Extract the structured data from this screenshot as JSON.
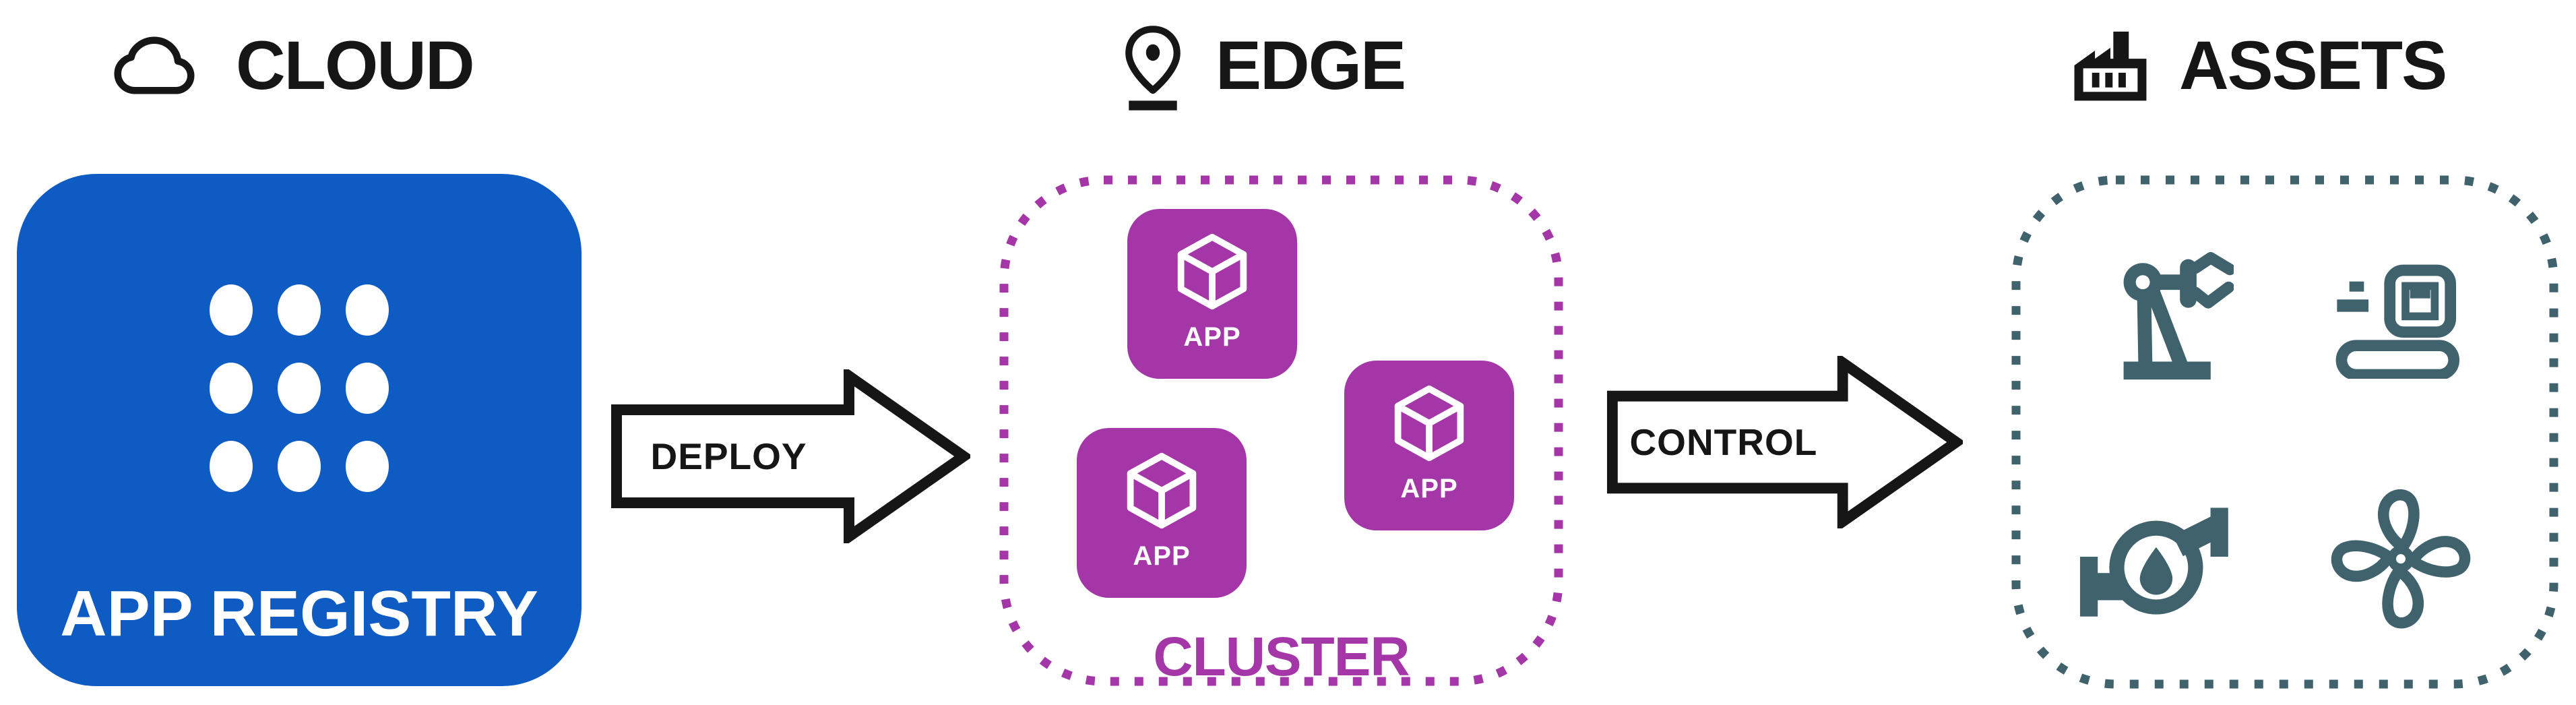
{
  "palette": {
    "cloud_blue": "#0E5CC3",
    "edge_purple": "#A436A8",
    "assets_teal": "#3F626D",
    "ink": "#161616",
    "white": "#FFFFFF"
  },
  "sections": {
    "cloud": {
      "title": "CLOUD",
      "header_icon": "cloud-icon",
      "registry": {
        "label": "APP REGISTRY",
        "grid_icon": "app-grid-dots-icon",
        "dot_rows": 3,
        "dot_cols": 3
      }
    },
    "edge": {
      "title": "EDGE",
      "header_icon": "map-pin-icon",
      "cluster": {
        "label": "CLUSTER",
        "apps": [
          {
            "label": "APP",
            "icon": "cube-icon"
          },
          {
            "label": "APP",
            "icon": "cube-icon"
          },
          {
            "label": "APP",
            "icon": "cube-icon"
          }
        ]
      }
    },
    "assets": {
      "title": "ASSETS",
      "header_icon": "factory-icon",
      "machines": [
        {
          "icon": "robot-arm-icon"
        },
        {
          "icon": "conveyor-icon"
        },
        {
          "icon": "pump-icon"
        },
        {
          "icon": "fan-icon"
        }
      ]
    }
  },
  "flows": {
    "deploy": {
      "label": "DEPLOY"
    },
    "control": {
      "label": "CONTROL"
    }
  }
}
